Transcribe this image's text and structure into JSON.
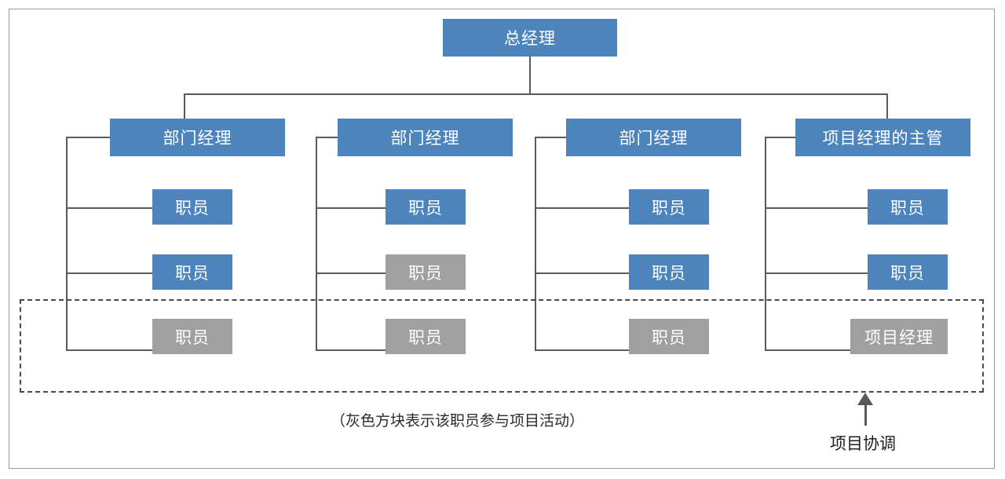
{
  "diagram": {
    "title_node": {
      "label": "总经理"
    },
    "columns": [
      {
        "head": {
          "label": "部门经理",
          "color": "blue"
        },
        "reports": [
          {
            "label": "职员",
            "color": "blue"
          },
          {
            "label": "职员",
            "color": "blue"
          },
          {
            "label": "职员",
            "color": "gray"
          }
        ]
      },
      {
        "head": {
          "label": "部门经理",
          "color": "blue"
        },
        "reports": [
          {
            "label": "职员",
            "color": "blue"
          },
          {
            "label": "职员",
            "color": "gray"
          },
          {
            "label": "职员",
            "color": "gray"
          }
        ]
      },
      {
        "head": {
          "label": "部门经理",
          "color": "blue"
        },
        "reports": [
          {
            "label": "职员",
            "color": "blue"
          },
          {
            "label": "职员",
            "color": "blue"
          },
          {
            "label": "职员",
            "color": "gray"
          }
        ]
      },
      {
        "head": {
          "label": "项目经理的主管",
          "color": "blue"
        },
        "reports": [
          {
            "label": "职员",
            "color": "blue"
          },
          {
            "label": "职员",
            "color": "blue"
          },
          {
            "label": "项目经理",
            "color": "gray"
          }
        ]
      }
    ],
    "caption": "（灰色方块表示该职员参与项目活动）",
    "annotation": {
      "label": "项目协调",
      "arrow": "up-arrow-icon"
    },
    "colors": {
      "node_blue": "#4E84BC",
      "node_gray": "#A0A0A0",
      "connector": "#5A5A5A",
      "dashed": "#4A4A4A",
      "frame": "#9B9B9B",
      "text_on_node": "#FFFFFF",
      "caption_text": "#2B2B2B"
    }
  }
}
